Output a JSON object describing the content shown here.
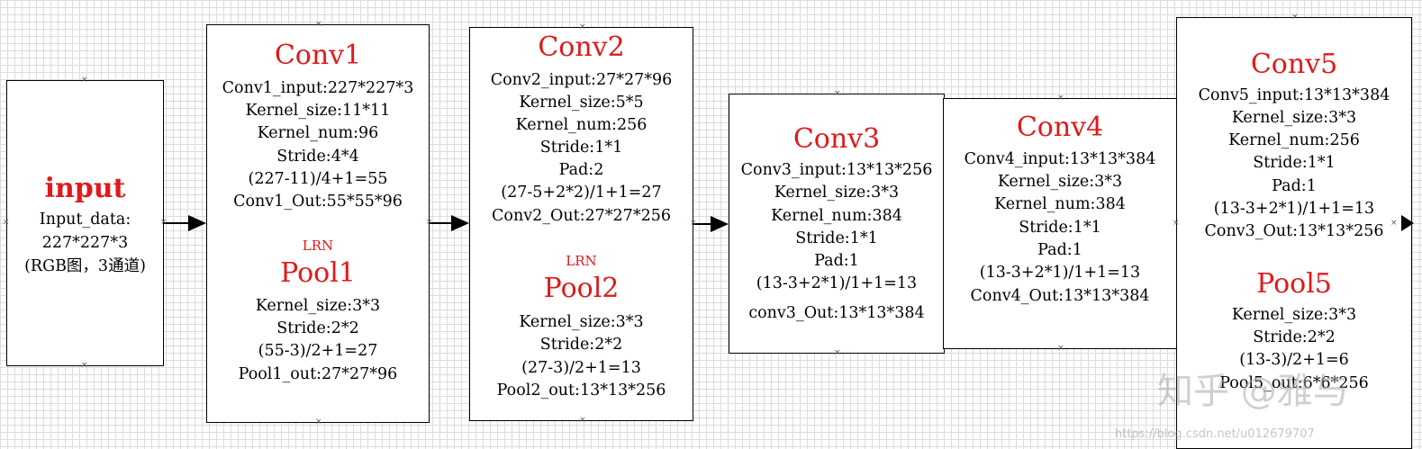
{
  "input": {
    "title": "input",
    "lines": [
      "Input_data:",
      "227*227*3",
      "(RGB图，3通道)"
    ]
  },
  "conv1": {
    "title": "Conv1",
    "lines": [
      "Conv1_input:227*227*3",
      "Kernel_size:11*11",
      "Kernel_num:96",
      "Stride:4*4",
      "(227-11)/4+1=55",
      "Conv1_Out:55*55*96"
    ],
    "lrn": "LRN",
    "pool_title": "Pool1",
    "pool_lines": [
      "Kernel_size:3*3",
      "Stride:2*2",
      "(55-3)/2+1=27",
      "Pool1_out:27*27*96"
    ]
  },
  "conv2": {
    "title": "Conv2",
    "lines": [
      "Conv2_input:27*27*96",
      "Kernel_size:5*5",
      "Kernel_num:256",
      "Stride:1*1",
      "Pad:2",
      "(27-5+2*2)/1+1=27",
      "Conv2_Out:27*27*256"
    ],
    "lrn": "LRN",
    "pool_title": "Pool2",
    "pool_lines": [
      "Kernel_size:3*3",
      "Stride:2*2",
      "(27-3)/2+1=13",
      "Pool2_out:13*13*256"
    ]
  },
  "conv3": {
    "title": "Conv3",
    "lines": [
      "Conv3_input:13*13*256",
      "Kernel_size:3*3",
      "Kernel_num:384",
      "Stride:1*1",
      "Pad:1",
      "(13-3+2*1)/1+1=13",
      "conv3_Out:13*13*384"
    ]
  },
  "conv4": {
    "title": "Conv4",
    "lines": [
      "Conv4_input:13*13*384",
      "Kernel_size:3*3",
      "Kernel_num:384",
      "Stride:1*1",
      "Pad:1",
      "(13-3+2*1)/1+1=13",
      "Conv4_Out:13*13*384"
    ]
  },
  "conv5": {
    "title": "Conv5",
    "lines": [
      "Conv5_input:13*13*384",
      "Kernel_size:3*3",
      "Kernel_num:256",
      "Stride:1*1",
      "Pad:1",
      "(13-3+2*1)/1+1=13",
      "Conv3_Out:13*13*256"
    ],
    "pool_title": "Pool5",
    "pool_lines": [
      "Kernel_size:3*3",
      "Stride:2*2",
      "(13-3)/2+1=6",
      "Pool5_out:6*6*256"
    ]
  },
  "watermark": {
    "main": "知乎 @雅与",
    "url": "https://blog.csdn.net/u012679707"
  },
  "colors": {
    "title_red": "#e0191b",
    "border": "#000000",
    "grid": "#dcdcdc"
  }
}
